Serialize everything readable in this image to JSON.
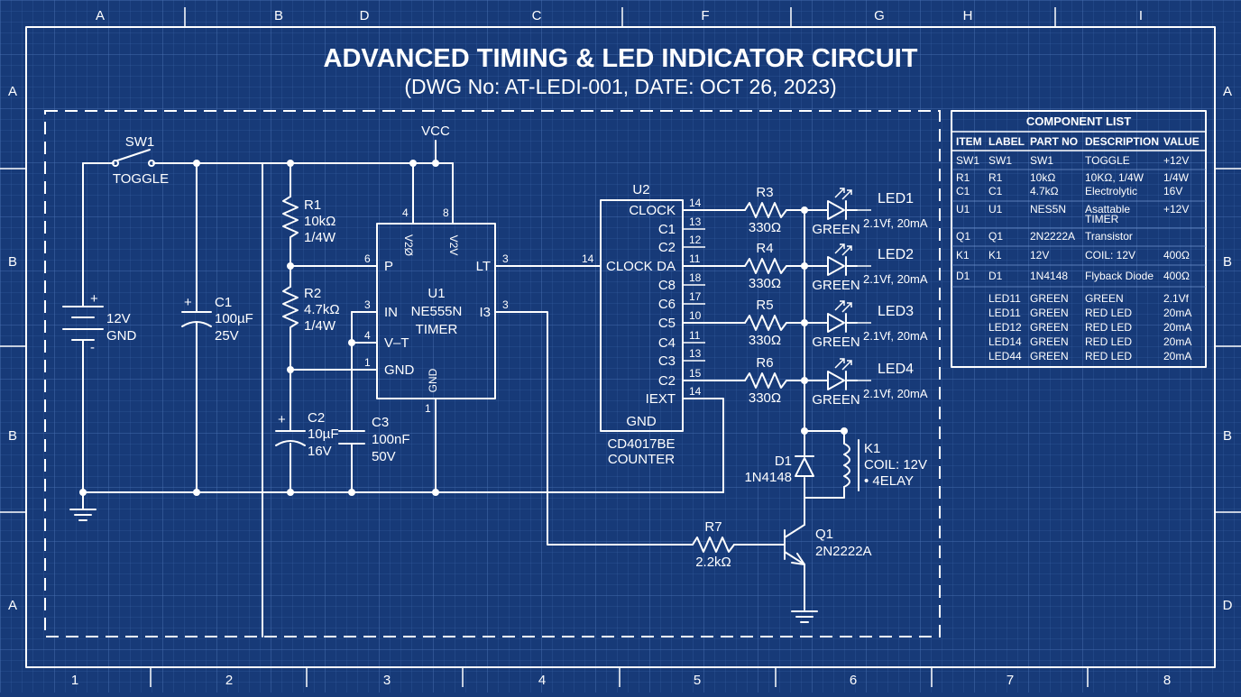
{
  "title": {
    "main": "ADVANCED TIMING & LED INDICATOR CIRCUIT",
    "sub": "(DWG No: AT-LEDI-001, DATE: OCT 26, 2023)"
  },
  "zones": {
    "top": [
      "A",
      "B",
      "D",
      "C",
      "F",
      "G",
      "H",
      "I"
    ],
    "bottom": [
      "1",
      "2",
      "3",
      "4",
      "5",
      "6",
      "7",
      "8"
    ],
    "left": [
      "A",
      "B",
      "B",
      "A"
    ],
    "right": [
      "A",
      "B",
      "B",
      "D"
    ]
  },
  "parts": {
    "sw1": {
      "ref": "SW1",
      "desc": "TOGGLE"
    },
    "battery": {
      "v": "12V",
      "gnd": "GND",
      "plus": "+",
      "minus": "-"
    },
    "c1": {
      "ref": "C1",
      "val": "100µF",
      "volt": "25V",
      "plus": "+"
    },
    "vcc": "VCC",
    "r1": {
      "ref": "R1",
      "val": "10kΩ",
      "pw": "1/4W"
    },
    "r2": {
      "ref": "R2",
      "val": "4.7kΩ",
      "pw": "1/4W"
    },
    "c2": {
      "ref": "C2",
      "val": "10µF",
      "volt": "16V",
      "plus": "+"
    },
    "c3": {
      "ref": "C3",
      "val": "100nF",
      "volt": "50V"
    },
    "u1": {
      "ref": "U1",
      "name": "NE555N",
      "desc": "TIMER",
      "pins_top": [
        "V2Ø",
        "V2V"
      ],
      "pins_left": [
        "P",
        "IN",
        "V–T",
        "GND"
      ],
      "pin_right_1": "LT",
      "pin_right_2": "I3",
      "pin_bottom": "GND",
      "num_top": [
        "4",
        "8"
      ],
      "num_left": [
        "6",
        "3",
        "4",
        "1"
      ],
      "num_right": [
        "3",
        "3"
      ],
      "num_bottom": "1"
    },
    "u2": {
      "ref": "U2",
      "name": "CD4017BE",
      "desc": "COUNTER",
      "left_label": "CLOCK",
      "left_num": "14",
      "right_labels": [
        "CLOCK",
        "C1",
        "C2",
        "DA",
        "C8",
        "C6",
        "C5",
        "C4",
        "C3",
        "C2",
        "IEXT"
      ],
      "right_nums": [
        "14",
        "13",
        "12",
        "11",
        "18",
        "17",
        "10",
        "11",
        "13",
        "15",
        "14"
      ],
      "gnd": "GND"
    },
    "r3": {
      "ref": "R3",
      "val": "330Ω"
    },
    "r4": {
      "ref": "R4",
      "val": "330Ω"
    },
    "r5": {
      "ref": "R5",
      "val": "330Ω"
    },
    "r6": {
      "ref": "R6",
      "val": "330Ω"
    },
    "leds": [
      {
        "ref": "LED1",
        "color": "GREEN",
        "spec": "2.1Vf, 20mA"
      },
      {
        "ref": "LED2",
        "color": "GREEN",
        "spec": "2.1Vf, 20mA"
      },
      {
        "ref": "LED3",
        "color": "GREEN",
        "spec": "2.1Vf, 20mA"
      },
      {
        "ref": "LED4",
        "color": "GREEN",
        "spec": "2.1Vf, 20mA"
      }
    ],
    "d1": {
      "ref": "D1",
      "val": "1N4148"
    },
    "k1": {
      "ref": "K1",
      "coil": "COIL: 12V",
      "type": "• 4ELAY"
    },
    "r7": {
      "ref": "R7",
      "val": "2.2kΩ"
    },
    "q1": {
      "ref": "Q1",
      "val": "2N2222A"
    }
  },
  "component_list": {
    "title": "COMPONENT LIST",
    "headers": [
      "ITEM",
      "LABEL",
      "PART NO",
      "DESCRIPTION",
      "VALUE"
    ],
    "rows": [
      [
        "SW1",
        "SW1",
        "SW1",
        "TOGGLE",
        "+12V"
      ],
      [
        "R1",
        "R1",
        "10kΩ",
        "10KΩ, 1/4W",
        "1/4W"
      ],
      [
        "C1",
        "C1",
        "4.7kΩ",
        "Electrolytic",
        "16V"
      ],
      [
        "U1",
        "U1",
        "NES5N",
        "Asattable",
        "+12V"
      ],
      [
        "",
        "",
        "",
        "TIMER",
        ""
      ],
      [
        "Q1",
        "Q1",
        "2N2222A",
        "Transistor",
        ""
      ],
      [
        "K1",
        "K1",
        "12V",
        "COIL: 12V",
        "400Ω"
      ],
      [
        "D1",
        "D1",
        "1N4148",
        "Flyback Diode",
        "400Ω"
      ],
      [
        "",
        "LED11",
        "GREEN",
        "GREEN",
        "2.1Vf"
      ],
      [
        "",
        "LED11",
        "GREEN",
        "RED LED",
        "20mA"
      ],
      [
        "",
        "LED12",
        "GREEN",
        "RED LED",
        "20mA"
      ],
      [
        "",
        "LED14",
        "GREEN",
        "RED LED",
        "20mA"
      ],
      [
        "",
        "LED44",
        "GREEN",
        "RED LED",
        "20mA"
      ]
    ]
  }
}
